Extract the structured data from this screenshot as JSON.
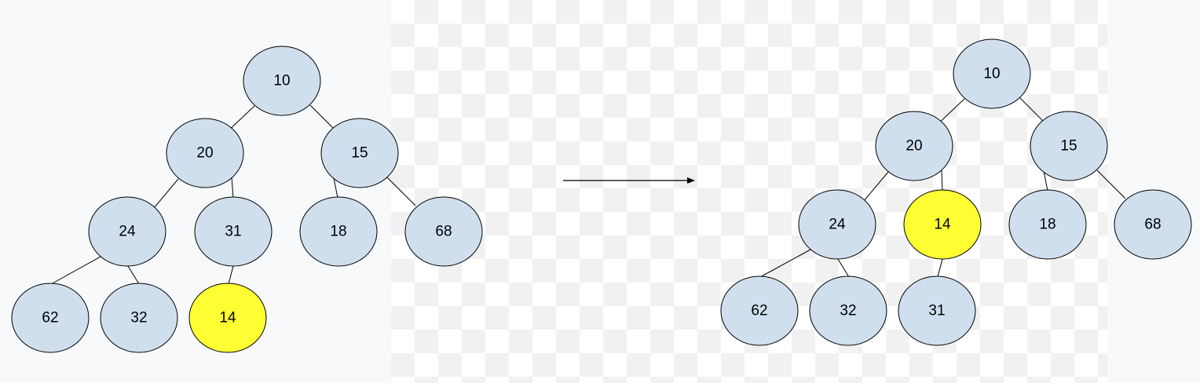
{
  "colors": {
    "node_fill": "#d0dfee",
    "highlight_fill": "#ffff33",
    "stroke": "#000000"
  },
  "before_tree": {
    "nodes": {
      "root": "10",
      "left": "20",
      "right": "15",
      "left_left": "24",
      "left_right": "31",
      "right_left": "18",
      "right_right": "68",
      "ll_left": "62",
      "ll_right": "32",
      "lr_left": "14"
    },
    "highlighted": "14"
  },
  "after_tree": {
    "nodes": {
      "root": "10",
      "left": "20",
      "right": "15",
      "left_left": "24",
      "left_right": "14",
      "right_left": "18",
      "right_right": "68",
      "ll_left": "62",
      "ll_right": "32",
      "lr_left": "31"
    },
    "highlighted": "14"
  },
  "transition_arrow": "right-arrow"
}
